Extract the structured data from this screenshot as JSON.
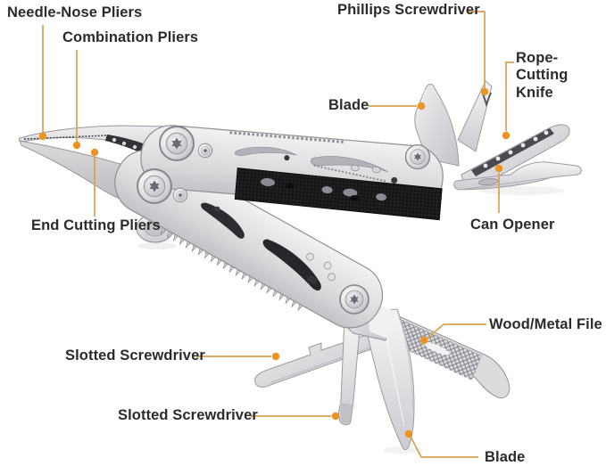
{
  "colors": {
    "background": "#FFFFFF",
    "leader_line": "#D8A14E",
    "dot": "#EC9421",
    "label_text": "#2B2B2B",
    "metal_light": "#F4F4F5",
    "metal_mid": "#D6D6DA",
    "metal_edge": "#95959B",
    "grip_black": "#1A1A1D"
  },
  "labels": {
    "needle_nose": {
      "text": "Needle-Nose Pliers"
    },
    "combination": {
      "text": "Combination Pliers"
    },
    "phillips": {
      "text": "Phillips Screwdriver"
    },
    "blade_top": {
      "text": "Blade"
    },
    "rope_cutting": {
      "text": "Rope-Cutting Knife"
    },
    "end_cutting": {
      "text": "End Cutting Pliers"
    },
    "can_opener": {
      "text": "Can Opener"
    },
    "wood_metal_file": {
      "text": "Wood/Metal File"
    },
    "slotted_1": {
      "text": "Slotted Screwdriver"
    },
    "slotted_2": {
      "text": "Slotted Screwdriver"
    },
    "blade_bottom": {
      "text": "Blade"
    }
  }
}
